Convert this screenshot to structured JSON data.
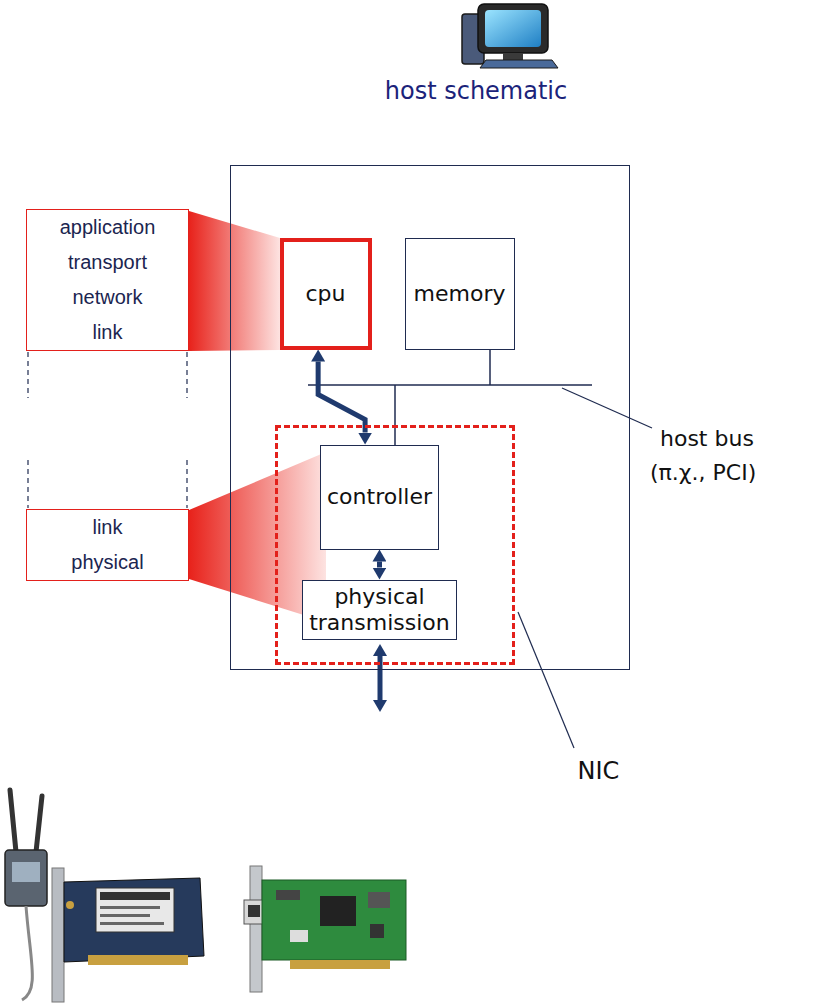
{
  "diagram": {
    "nodes": [
      {
        "text": [
          "host schematic"
        ]
      },
      {
        "text": [
          "cpu"
        ],
        "in": 0
      },
      {
        "text": [
          "memory"
        ],
        "in": 0
      },
      {
        "text": [
          "NIC"
        ],
        "in": 0
      },
      {
        "text": [
          "controller"
        ],
        "in": 3
      },
      {
        "text": [
          "physical transmission"
        ],
        "in": 3
      },
      {
        "text": [
          "application"
        ]
      },
      {
        "text": [
          "transport"
        ]
      },
      {
        "text": [
          "network"
        ]
      },
      {
        "text": [
          "link"
        ]
      },
      {
        "text": [
          "link"
        ]
      },
      {
        "text": [
          "physical"
        ]
      }
    ],
    "edges": [
      {
        "from": 1,
        "to": 4,
        "arrow": "both"
      },
      {
        "from": 4,
        "to": 5,
        "arrow": "both"
      }
    ],
    "labels": [
      "host bus",
      "(π.χ., PCI)"
    ]
  }
}
